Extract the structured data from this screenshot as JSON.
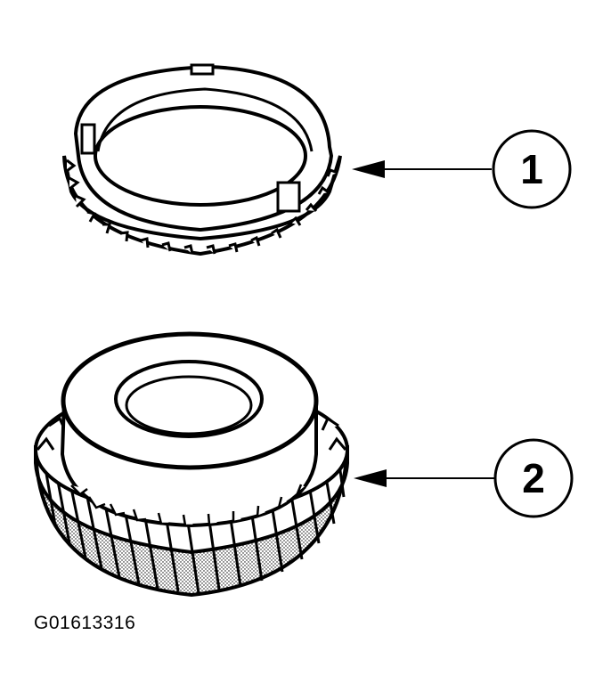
{
  "figure": {
    "id_label": "G01613316"
  },
  "callouts": [
    {
      "number": "1",
      "part": "synchronizer-ring"
    },
    {
      "number": "2",
      "part": "helical-gear"
    }
  ],
  "colors": {
    "ink": "#000000",
    "paper": "#ffffff",
    "shade": "#c8c8c8"
  }
}
